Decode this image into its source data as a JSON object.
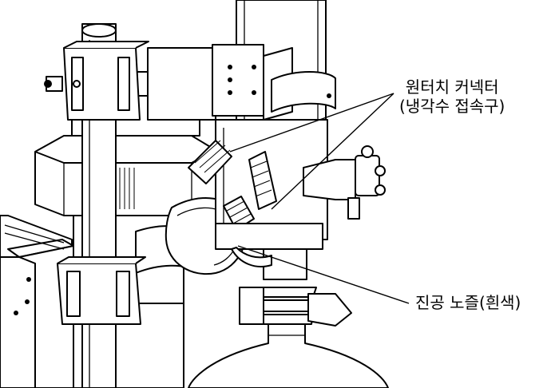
{
  "callouts": {
    "connector": {
      "line1": "원터치 커넥터",
      "line2": "(냉각수 접속구)"
    },
    "nozzle": {
      "text": "진공 노즐(흰색)"
    }
  },
  "colors": {
    "line": "#000000",
    "background": "#ffffff"
  }
}
